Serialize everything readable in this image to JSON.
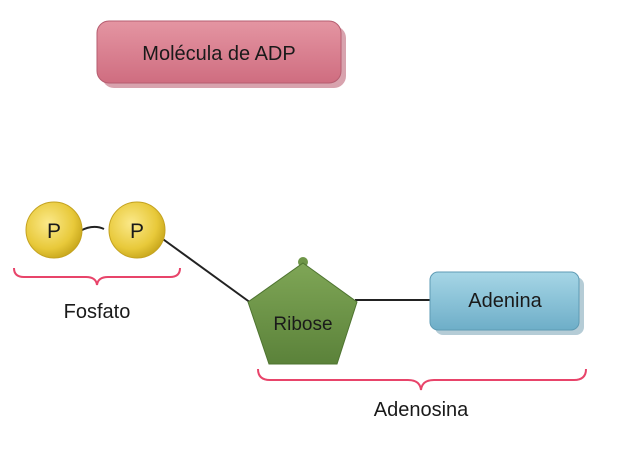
{
  "title": "Molécula de ADP",
  "phosphates": [
    {
      "label": "P"
    },
    {
      "label": "P"
    }
  ],
  "ribose": {
    "label": "Ribose"
  },
  "adenine": {
    "label": "Adenina"
  },
  "groups": {
    "phosphate_label": "Fosfato",
    "adenosine_label": "Adenosina"
  },
  "colors": {
    "title_box": "#d77c8c",
    "phosphate": "#e8c93a",
    "ribose": "#6f9648",
    "adenine": "#7fbcd4",
    "bracket": "#e8446a",
    "bond": "#222222"
  }
}
